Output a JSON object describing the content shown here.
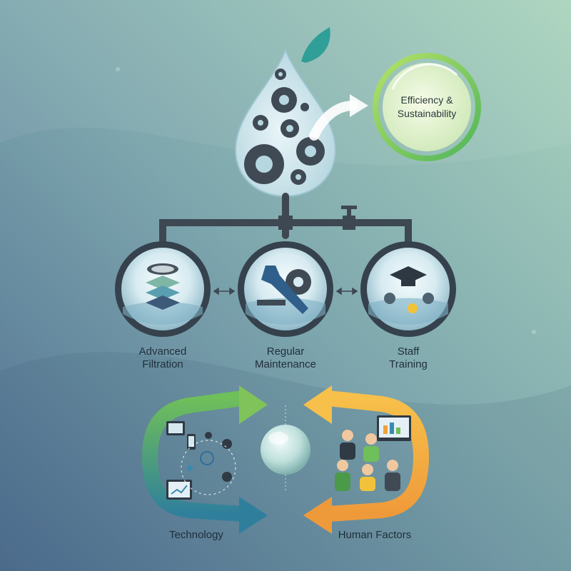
{
  "goal": {
    "line1": "Efficiency &",
    "line2": "Sustainability"
  },
  "pillars": [
    {
      "line1": "Advanced",
      "line2": "Filtration",
      "icon": "filter-layers-icon"
    },
    {
      "line1": "Regular",
      "line2": "Maintenance",
      "icon": "wrench-gear-icon"
    },
    {
      "line1": "Staff",
      "line2": "Training",
      "icon": "graduation-cap-icon"
    }
  ],
  "cycle": {
    "left_label": "Technology",
    "right_label": "Human Factors"
  },
  "colors": {
    "goal_ring": "#7cc84a",
    "gear": "#3f4a55",
    "pipe": "#3d4852",
    "tech_arrow": "#2e8b9a",
    "human_arrow": "#f0a23a"
  }
}
